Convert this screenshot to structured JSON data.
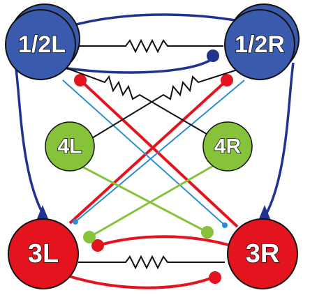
{
  "nodes": {
    "n12L": {
      "label": "1/2L",
      "color": "#3a5aad"
    },
    "n12R": {
      "label": "1/2R",
      "color": "#3a5aad"
    },
    "n3L": {
      "label": "3L",
      "color": "#e4141e"
    },
    "n3R": {
      "label": "3R",
      "color": "#e4141e"
    },
    "n4L": {
      "label": "4L",
      "color": "#86c23a"
    },
    "n4R": {
      "label": "4R",
      "color": "#86c23a"
    }
  },
  "colors": {
    "blue_synapse": "#22328f",
    "red_synapse": "#e4141e",
    "green_synapse": "#86c23a",
    "light_blue_synapse": "#2a8fd0",
    "gap_junction": "#111111"
  },
  "connections": [
    {
      "type": "gap-junction",
      "from": "1/2L",
      "to": "1/2R"
    },
    {
      "type": "gap-junction",
      "from": "1/2L",
      "to": "4R"
    },
    {
      "type": "gap-junction",
      "from": "1/2R",
      "to": "4L"
    },
    {
      "type": "gap-junction",
      "from": "3L",
      "to": "3R"
    },
    {
      "type": "inhibitory",
      "from": "1/2L",
      "to": "1/2R"
    },
    {
      "type": "inhibitory",
      "from": "1/2R",
      "to": "1/2L"
    },
    {
      "type": "excitatory",
      "from": "1/2L",
      "to": "3L"
    },
    {
      "type": "excitatory",
      "from": "1/2R",
      "to": "3R"
    },
    {
      "type": "inhibitory",
      "from": "3L",
      "to": "1/2R"
    },
    {
      "type": "inhibitory",
      "from": "3R",
      "to": "1/2L"
    },
    {
      "type": "inhibitory",
      "from": "3L",
      "to": "3R"
    },
    {
      "type": "inhibitory",
      "from": "3R",
      "to": "3L"
    },
    {
      "type": "inhibitory",
      "from": "4L",
      "to": "3R"
    },
    {
      "type": "inhibitory",
      "from": "4R",
      "to": "3L"
    },
    {
      "type": "inhibitory",
      "from": "1/2L",
      "to": "3R"
    },
    {
      "type": "inhibitory",
      "from": "1/2R",
      "to": "3L"
    }
  ]
}
